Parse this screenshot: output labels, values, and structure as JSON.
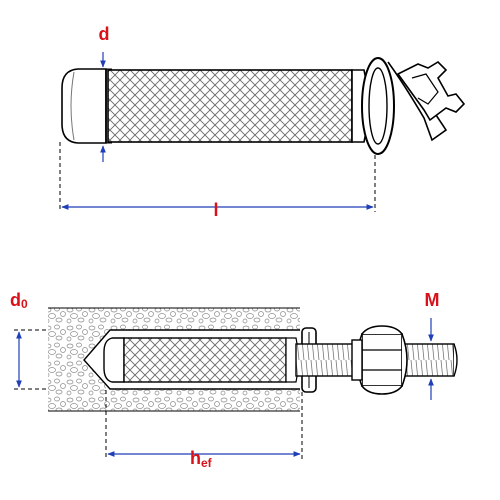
{
  "labels": {
    "d": "d",
    "l": "l",
    "d0_main": "d",
    "d0_sub": "0",
    "M": "M",
    "hef_main": "h",
    "hef_sub": "ef"
  },
  "colors": {
    "label": "#d8111a",
    "dimension": "#1f3fb8",
    "outline": "#000000",
    "mesh": "#555555"
  }
}
